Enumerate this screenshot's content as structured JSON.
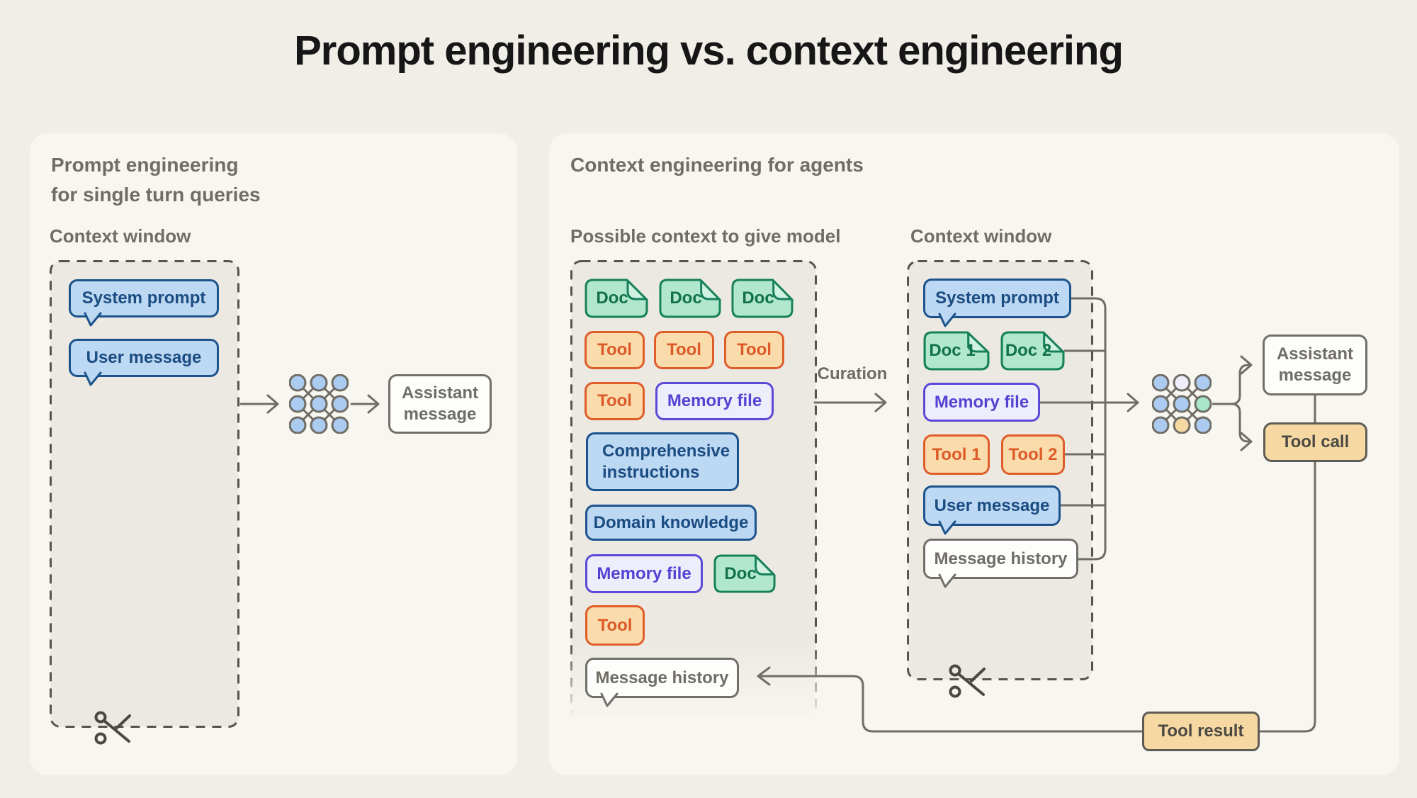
{
  "title": "Prompt engineering vs. context engineering",
  "left_panel": {
    "heading": [
      "Prompt engineering",
      "for single turn queries"
    ],
    "context_window_label": "Context window",
    "system_prompt": "System prompt",
    "user_message": "User message",
    "assistant_message": [
      "Assistant",
      "message"
    ]
  },
  "right_panel": {
    "heading": "Context engineering for agents",
    "possible_context_label": "Possible context to give model",
    "context_window_label": "Context window",
    "curation_label": "Curation",
    "possible_context": {
      "docs": [
        "Doc",
        "Doc",
        "Doc"
      ],
      "tools": [
        "Tool",
        "Tool",
        "Tool"
      ],
      "tool_4": "Tool",
      "memory_file_1": "Memory file",
      "comprehensive_instructions": [
        "Comprehensive",
        "instructions"
      ],
      "domain_knowledge": "Domain knowledge",
      "memory_file_2": "Memory file",
      "doc_4": "Doc",
      "tool_5": "Tool",
      "message_history": "Message history"
    },
    "context_window": {
      "system_prompt": "System prompt",
      "doc_1": "Doc 1",
      "doc_2": "Doc 2",
      "memory_file": "Memory file",
      "tool_1": "Tool 1",
      "tool_2": "Tool 2",
      "user_message": "User message",
      "message_history": "Message history"
    },
    "outputs": {
      "assistant_message": [
        "Assistant",
        "message"
      ],
      "tool_call": "Tool call",
      "tool_result": "Tool result"
    }
  },
  "colors": {
    "page_background": "#F1EEE8",
    "panel_background": "#F8F6F1",
    "dashed_box_background": "#ECE9E2",
    "dashed_border": "#56544E",
    "connector_gray": "#6F6D66",
    "heading_gray": "#6F6D65",
    "blue_fill": "#BCD8F2",
    "blue_border": "#1D538C",
    "blue_text": "#1B4C82",
    "green_fill": "#B0E7CD",
    "green_border": "#16805A",
    "green_text": "#12714B",
    "orange_fill": "#FADCAC",
    "orange_border": "#DF5D2B",
    "orange_text": "#DC5A28",
    "purple_fill": "#EEEDFC",
    "purple_border": "#5B49D8",
    "purple_text": "#5343D2",
    "tan_fill": "#F6D8A2",
    "tan_border": "#5E5C55",
    "tan_text": "#4B4943",
    "white_fill": "#FDFDFC",
    "title_text": "#161616",
    "network_blue": "#ABCBF0",
    "network_lavender": "#EFECFB",
    "network_green": "#A8E6C9",
    "network_orange": "#F6D8A2"
  }
}
